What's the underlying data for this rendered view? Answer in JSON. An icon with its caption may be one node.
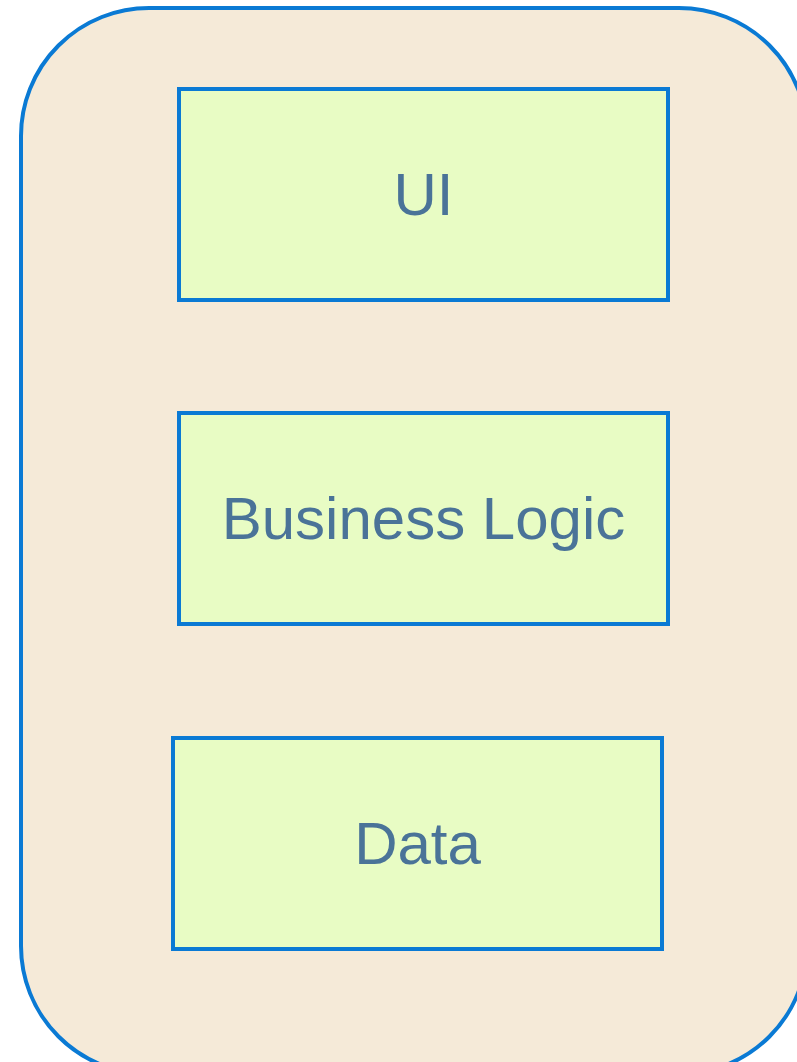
{
  "diagram": {
    "nodes": [
      {
        "text": [],
        "shape": "box"
      },
      {
        "text": [
          "UI"
        ],
        "in": 0
      },
      {
        "text": [
          "Business Logic"
        ],
        "in": 0
      },
      {
        "text": [
          "Data"
        ],
        "in": 0
      }
    ]
  }
}
